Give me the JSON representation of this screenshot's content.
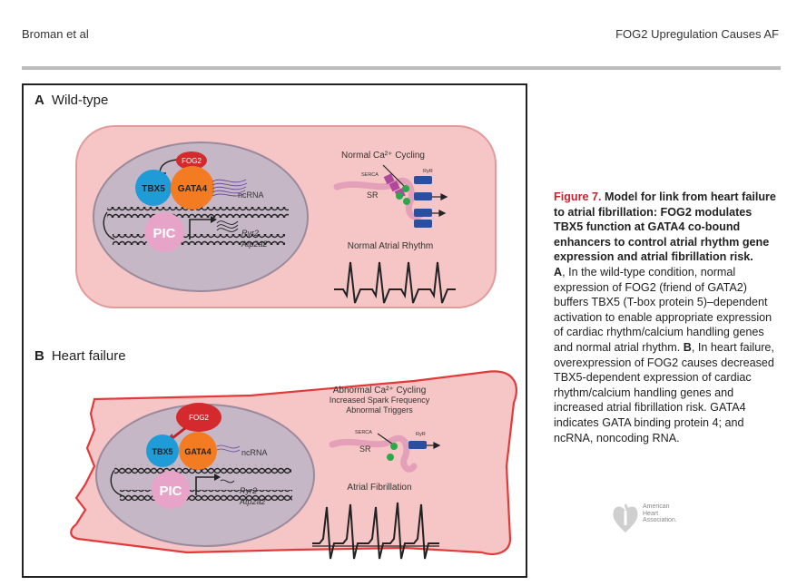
{
  "header": {
    "left": "Broman et al",
    "right": "FOG2 Upregulation Causes AF"
  },
  "figure": {
    "panel_a": {
      "letter": "A",
      "title": "Wild-type",
      "fog2": "FOG2",
      "tbx5": "TBX5",
      "gata4": "GATA4",
      "ncrna": "ncRNA",
      "pic": "PIC",
      "gene1": "Ryr2",
      "gene2": "Atp2a2",
      "ca_title": "Normal Ca²⁺ Cycling",
      "serca": "SERCA",
      "ryr": "RyR",
      "sr": "SR",
      "rhythm": "Normal Atrial Rhythm"
    },
    "panel_b": {
      "letter": "B",
      "title": "Heart failure",
      "fog2": "FOG2",
      "tbx5": "TBX5",
      "gata4": "GATA4",
      "ncrna": "ncRNA",
      "pic": "PIC",
      "gene1": "Ryr2",
      "gene2": "Atp2a2",
      "ca_title": "Abnormal Ca²⁺ Cycling",
      "ca_line2": "Increased Spark Frequency",
      "ca_line3": "Abnormal Triggers",
      "serca": "SERCA",
      "ryr": "RyR",
      "sr": "SR",
      "rhythm": "Atrial Fibrillation"
    }
  },
  "caption": {
    "fig_label": "Figure 7.",
    "title": "Model for link from heart failure to atrial fibrillation: FOG2 modulates TBX5 function at GATA4 co-bound enhancers to control atrial rhythm gene expression and atrial fibrillation risk.",
    "a_label": "A",
    "a_text": ", In the wild-type condition, normal expression of FOG2 (friend of GATA2) buffers TBX5 (T-box protein 5)–dependent activation to enable appropriate expression of cardiac rhythm/calcium handling genes and normal atrial rhythm. ",
    "b_label": "B",
    "b_text": ", In heart failure, overexpression of FOG2 causes decreased TBX5-dependent expression of cardiac rhythm/calcium handling genes and increased atrial fibrillation risk. GATA4 indicates GATA binding protein 4; and ncRNA, noncoding RNA."
  },
  "logo": {
    "line1": "American",
    "line2": "Heart",
    "line3": "Association."
  },
  "colors": {
    "cell_fill": "#f6c5c5",
    "cell_stroke": "#e39a9a",
    "nucleus_fill": "#c6b7c7",
    "tbx5": "#1f9bd7",
    "gata4": "#f37c22",
    "fog2": "#d42a2e",
    "pic": "#e8a3c9",
    "serca": "#b0499b",
    "ryr": "#2a4fa0",
    "calcium": "#2aa84a",
    "hf_border": "#e23a3a",
    "caption_accent": "#c0262d"
  }
}
